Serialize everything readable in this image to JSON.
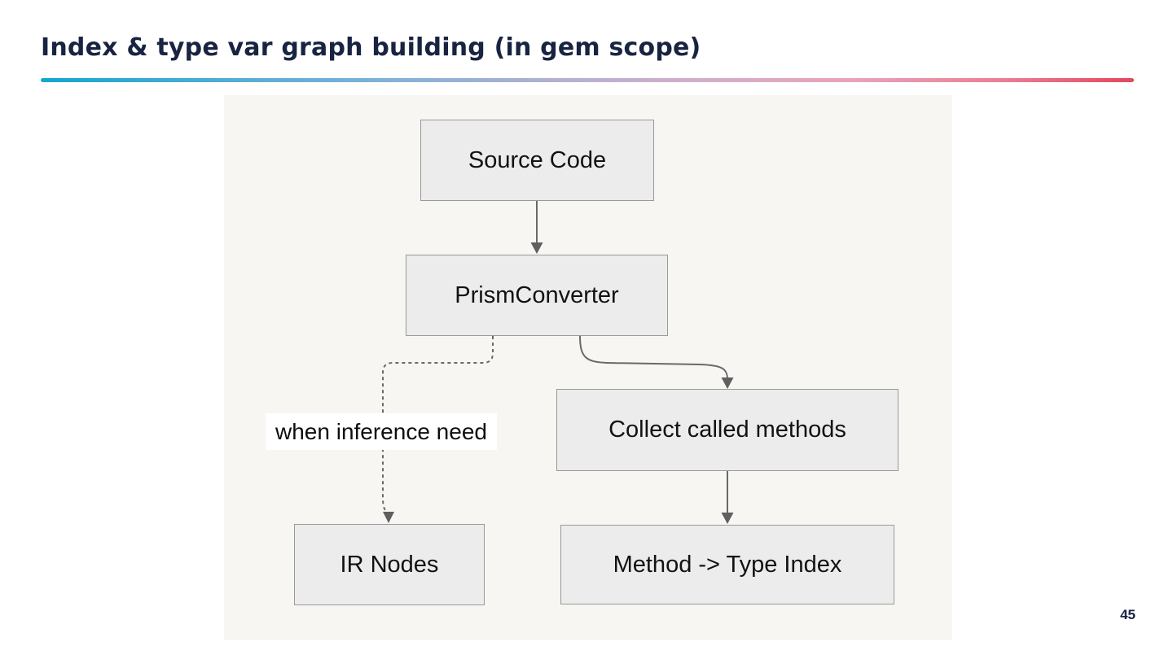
{
  "slide": {
    "title": "Index & type var graph building (in gem scope)",
    "page_number": "45",
    "title_color": "#182441",
    "accent_gradient": [
      "#14a6d0",
      "#86b1d8",
      "#b5b0d4",
      "#e9a4ba",
      "#e4485e"
    ]
  },
  "diagram": {
    "background_color": "#f7f6f3",
    "node_fill_color": "#ececec",
    "node_border_color": "#999999",
    "edge_color": "#696969",
    "nodes": [
      {
        "id": "source-code",
        "label": "Source Code"
      },
      {
        "id": "prism-converter",
        "label": "PrismConverter"
      },
      {
        "id": "collect-called-methods",
        "label": "Collect called methods"
      },
      {
        "id": "ir-nodes",
        "label": "IR Nodes"
      },
      {
        "id": "method-type-index",
        "label": "Method -> Type Index"
      }
    ],
    "edges": [
      {
        "from": "source-code",
        "to": "prism-converter",
        "style": "solid",
        "label": ""
      },
      {
        "from": "prism-converter",
        "to": "ir-nodes",
        "style": "dashed",
        "label": "when inference need"
      },
      {
        "from": "prism-converter",
        "to": "collect-called-methods",
        "style": "solid",
        "label": ""
      },
      {
        "from": "collect-called-methods",
        "to": "method-type-index",
        "style": "solid",
        "label": ""
      }
    ]
  }
}
